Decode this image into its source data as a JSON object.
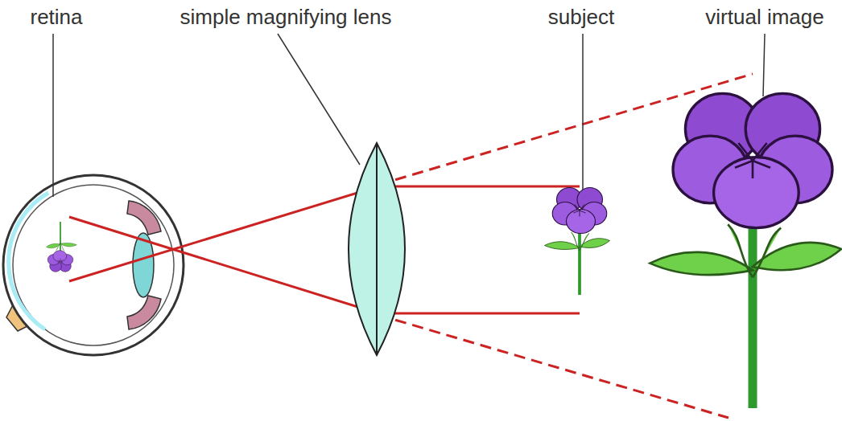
{
  "diagram": {
    "labels": [
      "retina",
      "simple magnifying lens",
      "subject",
      "virtual image"
    ]
  }
}
